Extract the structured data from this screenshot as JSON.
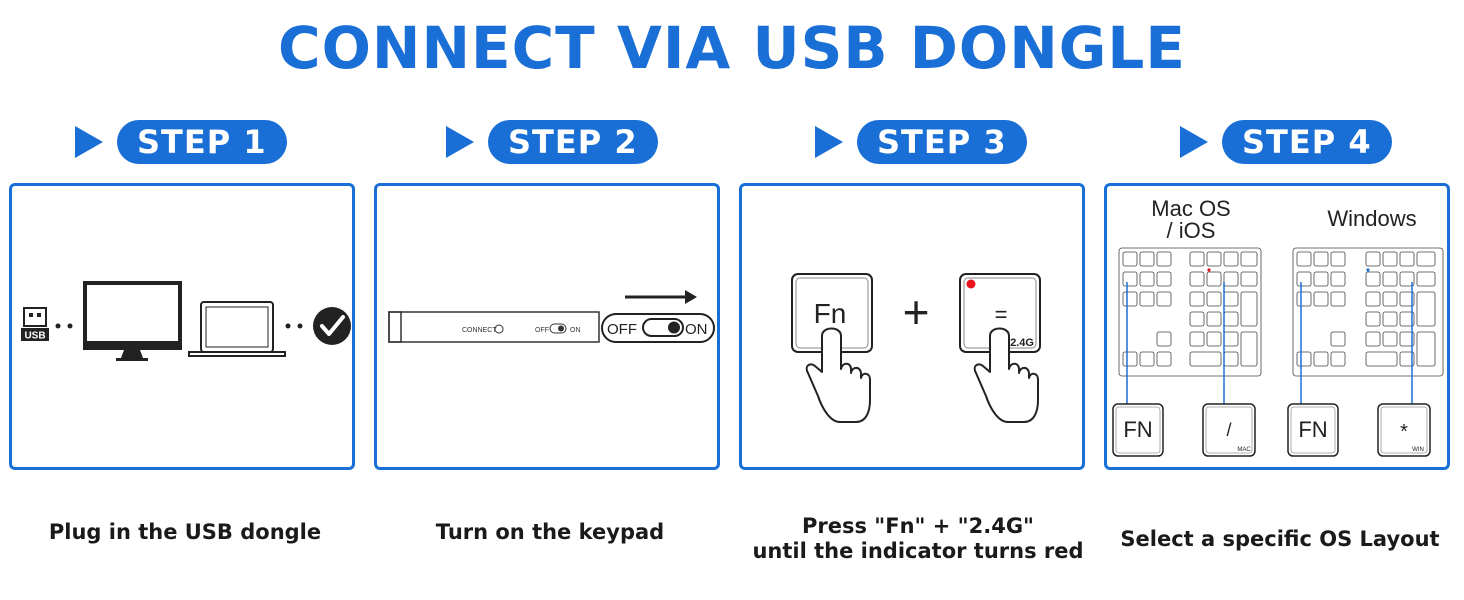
{
  "title": "CONNECT VIA USB DONGLE",
  "steps": [
    {
      "label": "STEP 1",
      "caption": "Plug in the USB dongle"
    },
    {
      "label": "STEP 2",
      "caption": "Turn on the keypad"
    },
    {
      "label": "STEP 3",
      "caption_line1": "Press \"Fn\" + \"2.4G\"",
      "caption_line2": "until the indicator turns red"
    },
    {
      "label": "STEP 4",
      "caption": "Select a specific OS Layout"
    }
  ],
  "step1": {
    "usb_label": "USB"
  },
  "step2": {
    "connect_label": "CONNECT",
    "off_label": "OFF",
    "on_label": "ON",
    "zoom_off": "OFF",
    "zoom_on": "ON"
  },
  "step3": {
    "fn_key": "Fn",
    "plus": "+",
    "equals_key": "=",
    "key_sublabel": "2.4G"
  },
  "step4": {
    "mac_title_line1": "Mac OS",
    "mac_title_line2": "/ iOS",
    "win_title": "Windows",
    "mac_fn": "FN",
    "mac_key": "/",
    "mac_sub": "MAC",
    "win_fn": "FN",
    "win_key": "*",
    "win_sub": "WIN"
  },
  "colors": {
    "accent": "#1a6fd6",
    "indicator": "#e8131b"
  },
  "icons": [
    "usb-dongle-icon",
    "monitor-icon",
    "laptop-icon",
    "checkmark-icon",
    "pointing-hand-icon",
    "keypad-icon"
  ]
}
